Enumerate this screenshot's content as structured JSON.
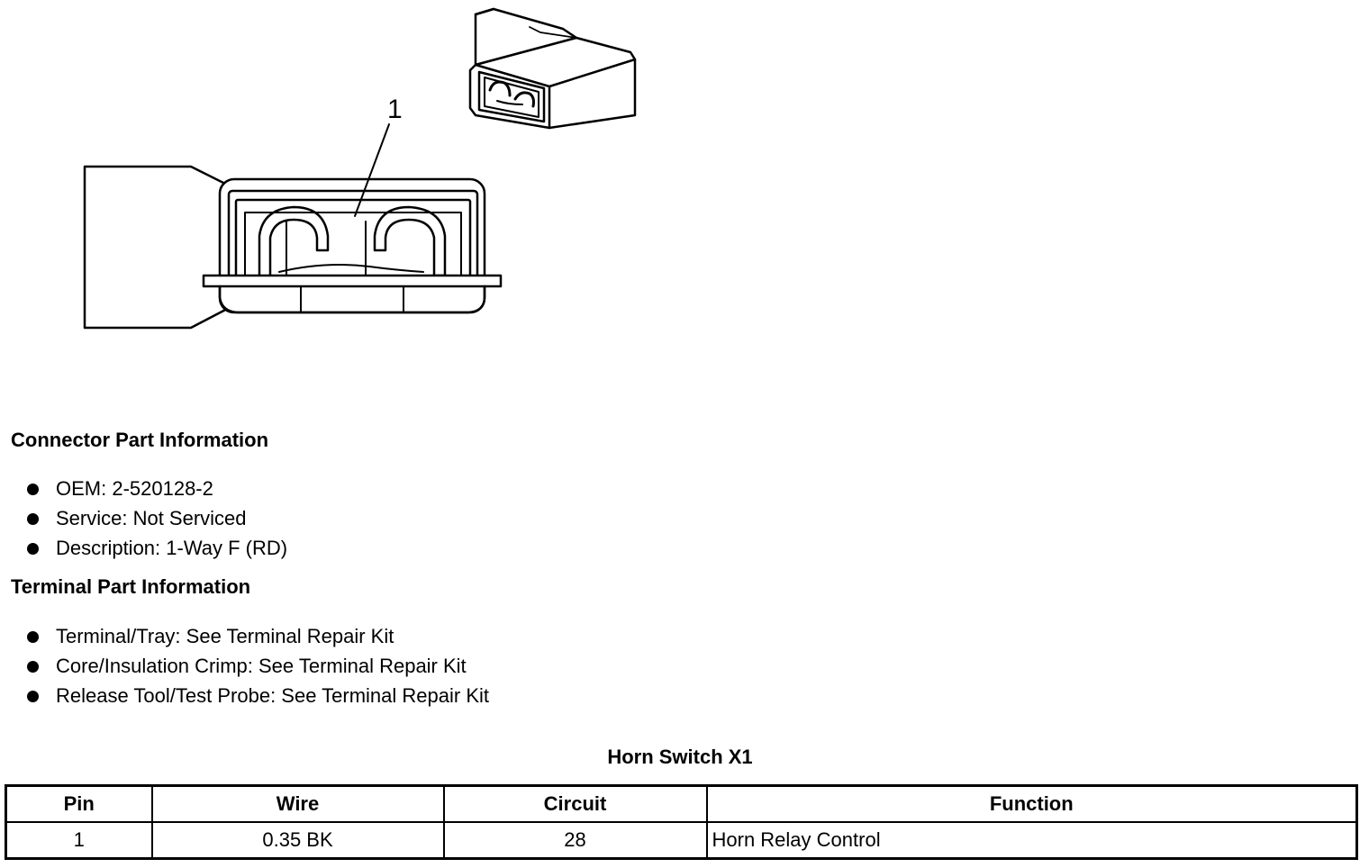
{
  "diagram": {
    "callout": "1"
  },
  "connector_info": {
    "heading": "Connector Part Information",
    "items": [
      "OEM: 2-520128-2",
      "Service: Not Serviced",
      "Description: 1-Way F (RD)"
    ]
  },
  "terminal_info": {
    "heading": "Terminal Part Information",
    "items": [
      "Terminal/Tray: See Terminal Repair Kit",
      "Core/Insulation Crimp: See Terminal Repair Kit",
      "Release Tool/Test Probe: See Terminal Repair Kit"
    ]
  },
  "pin_table": {
    "title": "Horn Switch X1",
    "headers": [
      "Pin",
      "Wire",
      "Circuit",
      "Function"
    ],
    "rows": [
      [
        "1",
        "0.35 BK",
        "28",
        "Horn Relay Control"
      ]
    ]
  }
}
